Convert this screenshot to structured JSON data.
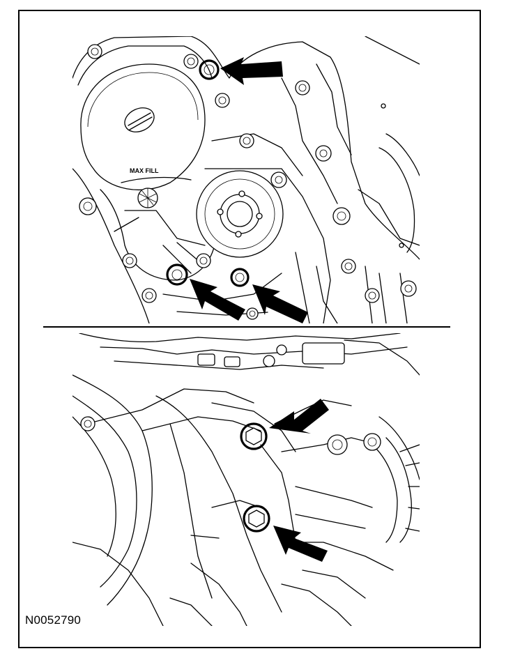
{
  "figure_id": "N0052790",
  "cover_label": "MAX FILL",
  "colors": {
    "line": "#000000",
    "background": "#ffffff"
  },
  "top_view": {
    "highlighted_bolts": 3,
    "arrows": 3
  },
  "bottom_view": {
    "highlighted_bolts": 2,
    "arrows": 2
  }
}
